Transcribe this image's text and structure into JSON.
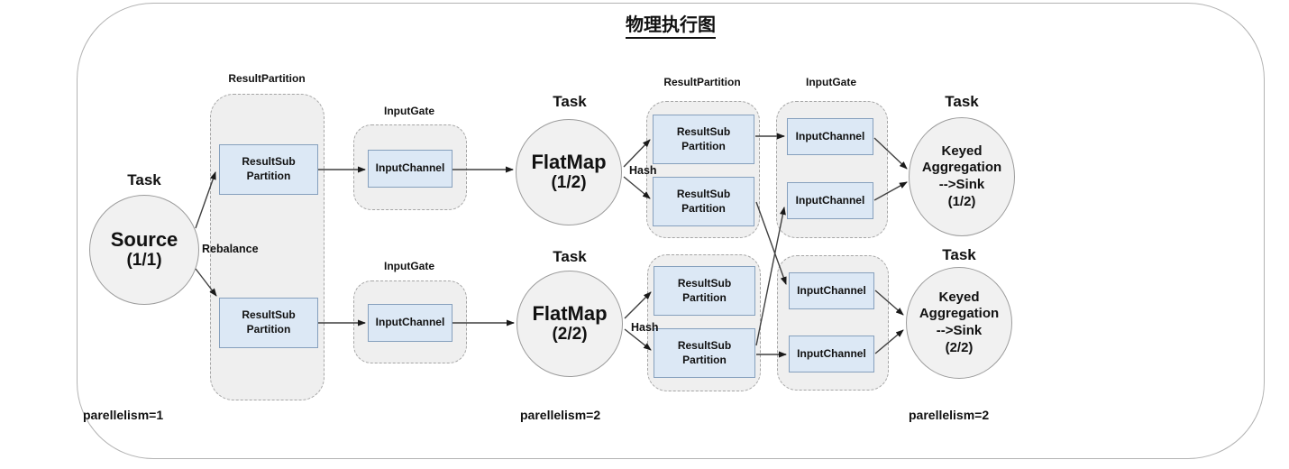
{
  "title": "物理执行图",
  "shared": {
    "task_label": "Task",
    "result_partition_label": "ResultPartition",
    "input_gate_label": "InputGate",
    "result_sub_partition_line1": "ResultSub",
    "result_sub_partition_line2": "Partition",
    "input_channel_label": "InputChannel",
    "rebalance_label": "Rebalance",
    "hash_label": "Hash"
  },
  "tasks": {
    "source": {
      "name": "Source",
      "index": "(1/1)"
    },
    "flatmap_1": {
      "name": "FlatMap",
      "index": "(1/2)"
    },
    "flatmap_2": {
      "name": "FlatMap",
      "index": "(2/2)"
    },
    "keyed_agg_1": {
      "line1": "Keyed",
      "line2": "Aggregation",
      "line3": "-->Sink",
      "line4": "(1/2)"
    },
    "keyed_agg_2": {
      "line1": "Keyed",
      "line2": "Aggregation",
      "line3": "-->Sink",
      "line4": "(2/2)"
    }
  },
  "annotations": {
    "parallelism_source": "parellelism=1",
    "parallelism_flatmap": "parellelism=2",
    "parallelism_sink": "parellelism=2"
  },
  "colors": {
    "box_fill": "#dce8f5",
    "box_border": "#86a0bd",
    "container_fill": "#efefef",
    "container_border": "#a6a6a6",
    "circle_fill": "#f1f1f1",
    "circle_border": "#9c9c9c",
    "arrow_color": "#3f3f3f",
    "frame_border": "#b3b3b3",
    "text_color": "#111111"
  }
}
